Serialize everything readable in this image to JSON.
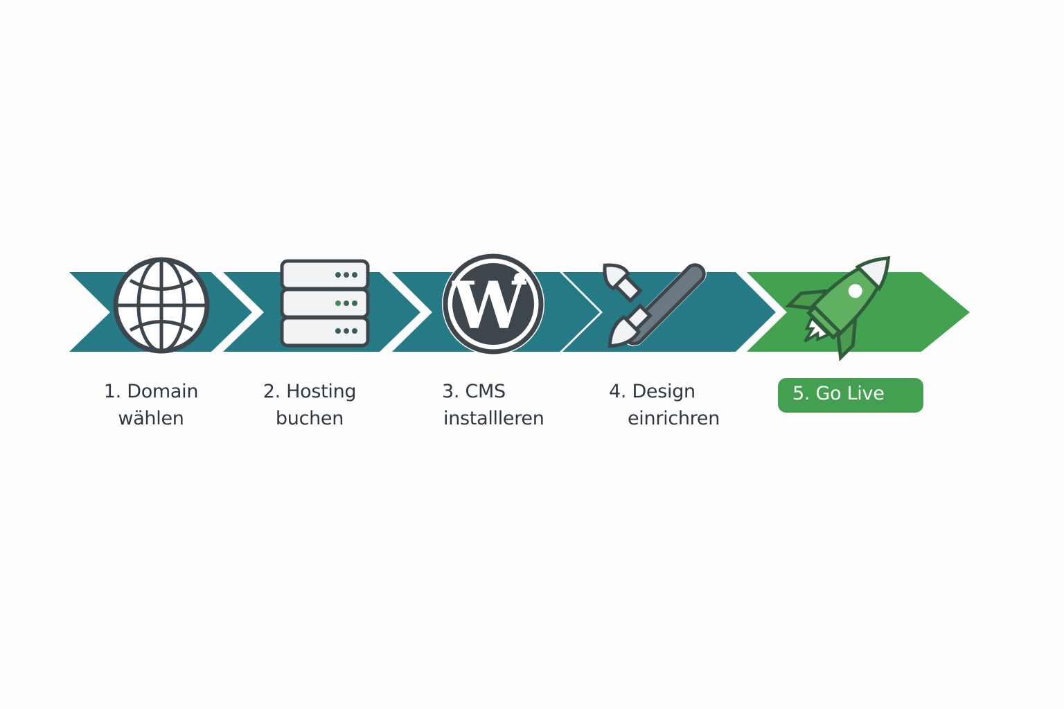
{
  "colors": {
    "teal": "#267a86",
    "green": "#43a24f",
    "icon_stroke": "#3d454d",
    "icon_fill": "#f2f3f4",
    "text": "#2e3640",
    "background": "#fdfdfd"
  },
  "steps": [
    {
      "number": "1.",
      "line1": "1. Domain",
      "line2": "wählen",
      "icon": "globe-icon",
      "color": "teal"
    },
    {
      "number": "2.",
      "line1": "2. Hosting",
      "line2": "buchen",
      "icon": "server-icon",
      "color": "teal"
    },
    {
      "number": "3.",
      "line1": "3. CMS",
      "line2": "installleren",
      "icon": "wordpress-icon",
      "color": "teal"
    },
    {
      "number": "4.",
      "line1": "4. Design",
      "line2": "einrichren",
      "icon": "brush-pencil-icon",
      "color": "teal"
    },
    {
      "number": "5.",
      "line1": "5. Go Live",
      "line2": "",
      "icon": "rocket-icon",
      "color": "green",
      "highlighted": true
    }
  ]
}
